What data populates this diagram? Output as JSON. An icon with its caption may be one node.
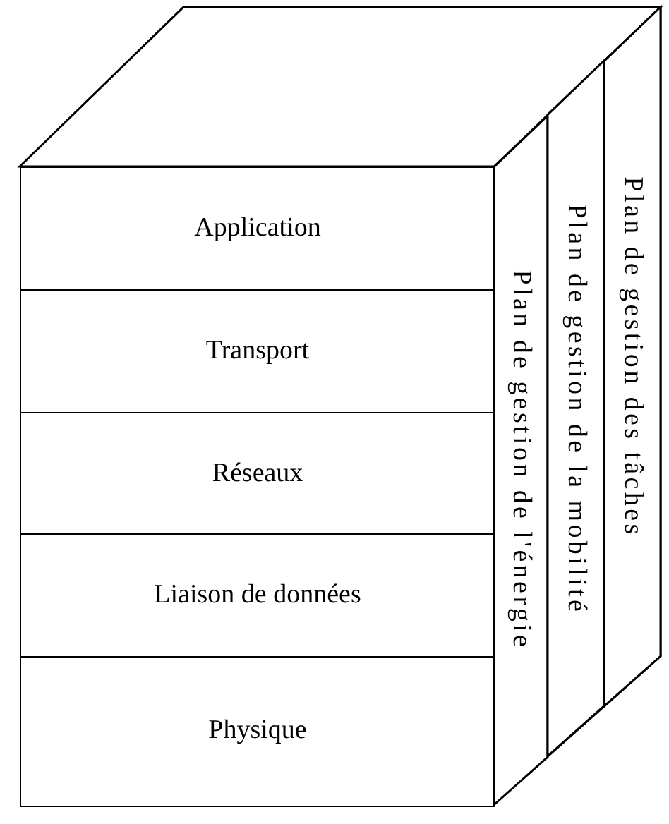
{
  "diagram": {
    "nodes": [
      {
        "text": [
          "Application"
        ]
      },
      {
        "text": [
          "Transport"
        ]
      },
      {
        "text": [
          "Réseaux"
        ]
      },
      {
        "text": [
          "Liaison de données"
        ]
      },
      {
        "text": [
          "Physique"
        ]
      },
      {
        "text": [
          "Plan de gestion de l'énergie"
        ]
      },
      {
        "text": [
          "Plan de gestion de la mobilité"
        ]
      },
      {
        "text": [
          "Plan de gestion des tâches"
        ]
      }
    ]
  }
}
